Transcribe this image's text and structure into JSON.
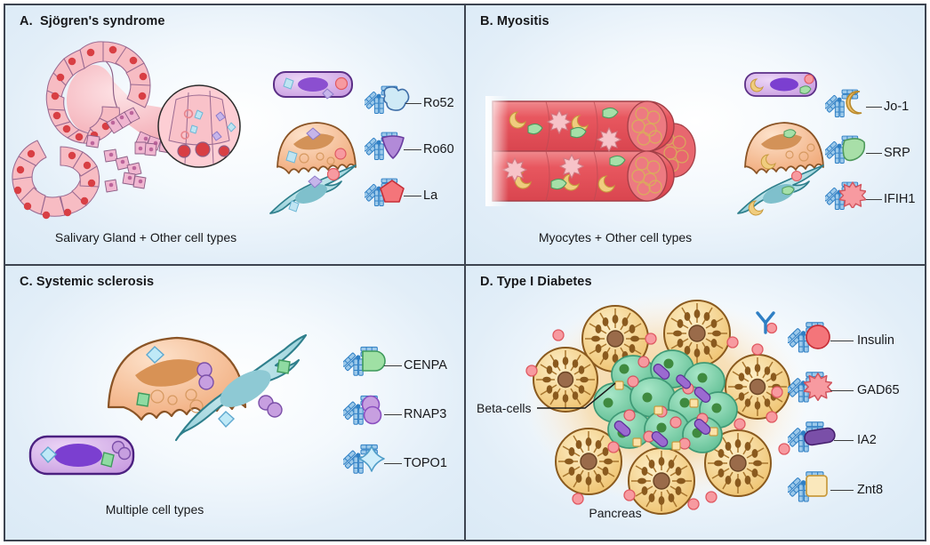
{
  "figure": {
    "type": "scientific-illustration",
    "description": "Four-panel schematic of autoantigen targets in autoimmune diseases",
    "background_color": "#e2eef8",
    "border_color": "#3d4450"
  },
  "panels": [
    {
      "id": "A",
      "title": "A.  Sjögren's syndrome",
      "caption": "Salivary Gland + Other cell types",
      "tissue": "salivary-gland",
      "cell_types": [
        "epithelial-cell",
        "dendritic-cell",
        "fibroblast"
      ],
      "legend": [
        {
          "label": "Ro52",
          "antigen": "blob-shape",
          "color": "#bfe4f2"
        },
        {
          "label": "Ro60",
          "antigen": "triangle-shape",
          "color": "#a77fd0"
        },
        {
          "label": "La",
          "antigen": "pentagon-shape",
          "color": "#f4757a"
        }
      ]
    },
    {
      "id": "B",
      "title": "B. Myositis",
      "caption": "Myocytes + Other cell types",
      "tissue": "muscle-fibers",
      "cell_types": [
        "epithelial-cell",
        "dendritic-cell",
        "fibroblast"
      ],
      "legend": [
        {
          "label": "Jo-1",
          "antigen": "crescent-shape",
          "color": "#e8b65a"
        },
        {
          "label": "SRP",
          "antigen": "leaf-shape",
          "color": "#9bd9a0"
        },
        {
          "label": "IFIH1",
          "antigen": "star-shape",
          "color": "#f59a9e"
        }
      ]
    },
    {
      "id": "C",
      "title": "C. Systemic sclerosis",
      "caption": "Multiple cell types",
      "tissue": "none",
      "cell_types": [
        "dendritic-cell",
        "fibroblast",
        "epithelial-cell"
      ],
      "legend": [
        {
          "label": "CENPA",
          "antigen": "rounded-square-shape",
          "color": "#a5e0a8"
        },
        {
          "label": "RNAP3",
          "antigen": "double-circle-shape",
          "color": "#c79fe0"
        },
        {
          "label": "TOPO1",
          "antigen": "four-point-star-shape",
          "color": "#bfe9f7"
        }
      ]
    },
    {
      "id": "D",
      "title": "D. Type I Diabetes",
      "caption": "Pancreas",
      "tissue": "pancreas",
      "annotation": "Beta-cells",
      "legend": [
        {
          "label": "Insulin",
          "antigen": "circle-shape",
          "color": "#f4757a"
        },
        {
          "label": "GAD65",
          "antigen": "star-shape",
          "color": "#f59a9e"
        },
        {
          "label": "IA2",
          "antigen": "capsule-shape",
          "color": "#7a4fa8"
        },
        {
          "label": "Znt8",
          "antigen": "square-shape",
          "color": "#f6d99b"
        }
      ]
    }
  ],
  "icons": {
    "antibody": "antibody-icon",
    "leader_line": "leader-line"
  },
  "colors": {
    "antibody_blue": "#2f7fc4",
    "antibody_light": "#8fc4e8",
    "salivary_pink": "#f6b8bd",
    "muscle_red": "#e8575f",
    "acinus_yellow": "#f0c572",
    "islet_green": "#6fc9a2",
    "dendritic_orange": "#f2b183",
    "fibroblast_teal": "#9bd4dd",
    "epithelial_purple": "#cfa6e0"
  }
}
